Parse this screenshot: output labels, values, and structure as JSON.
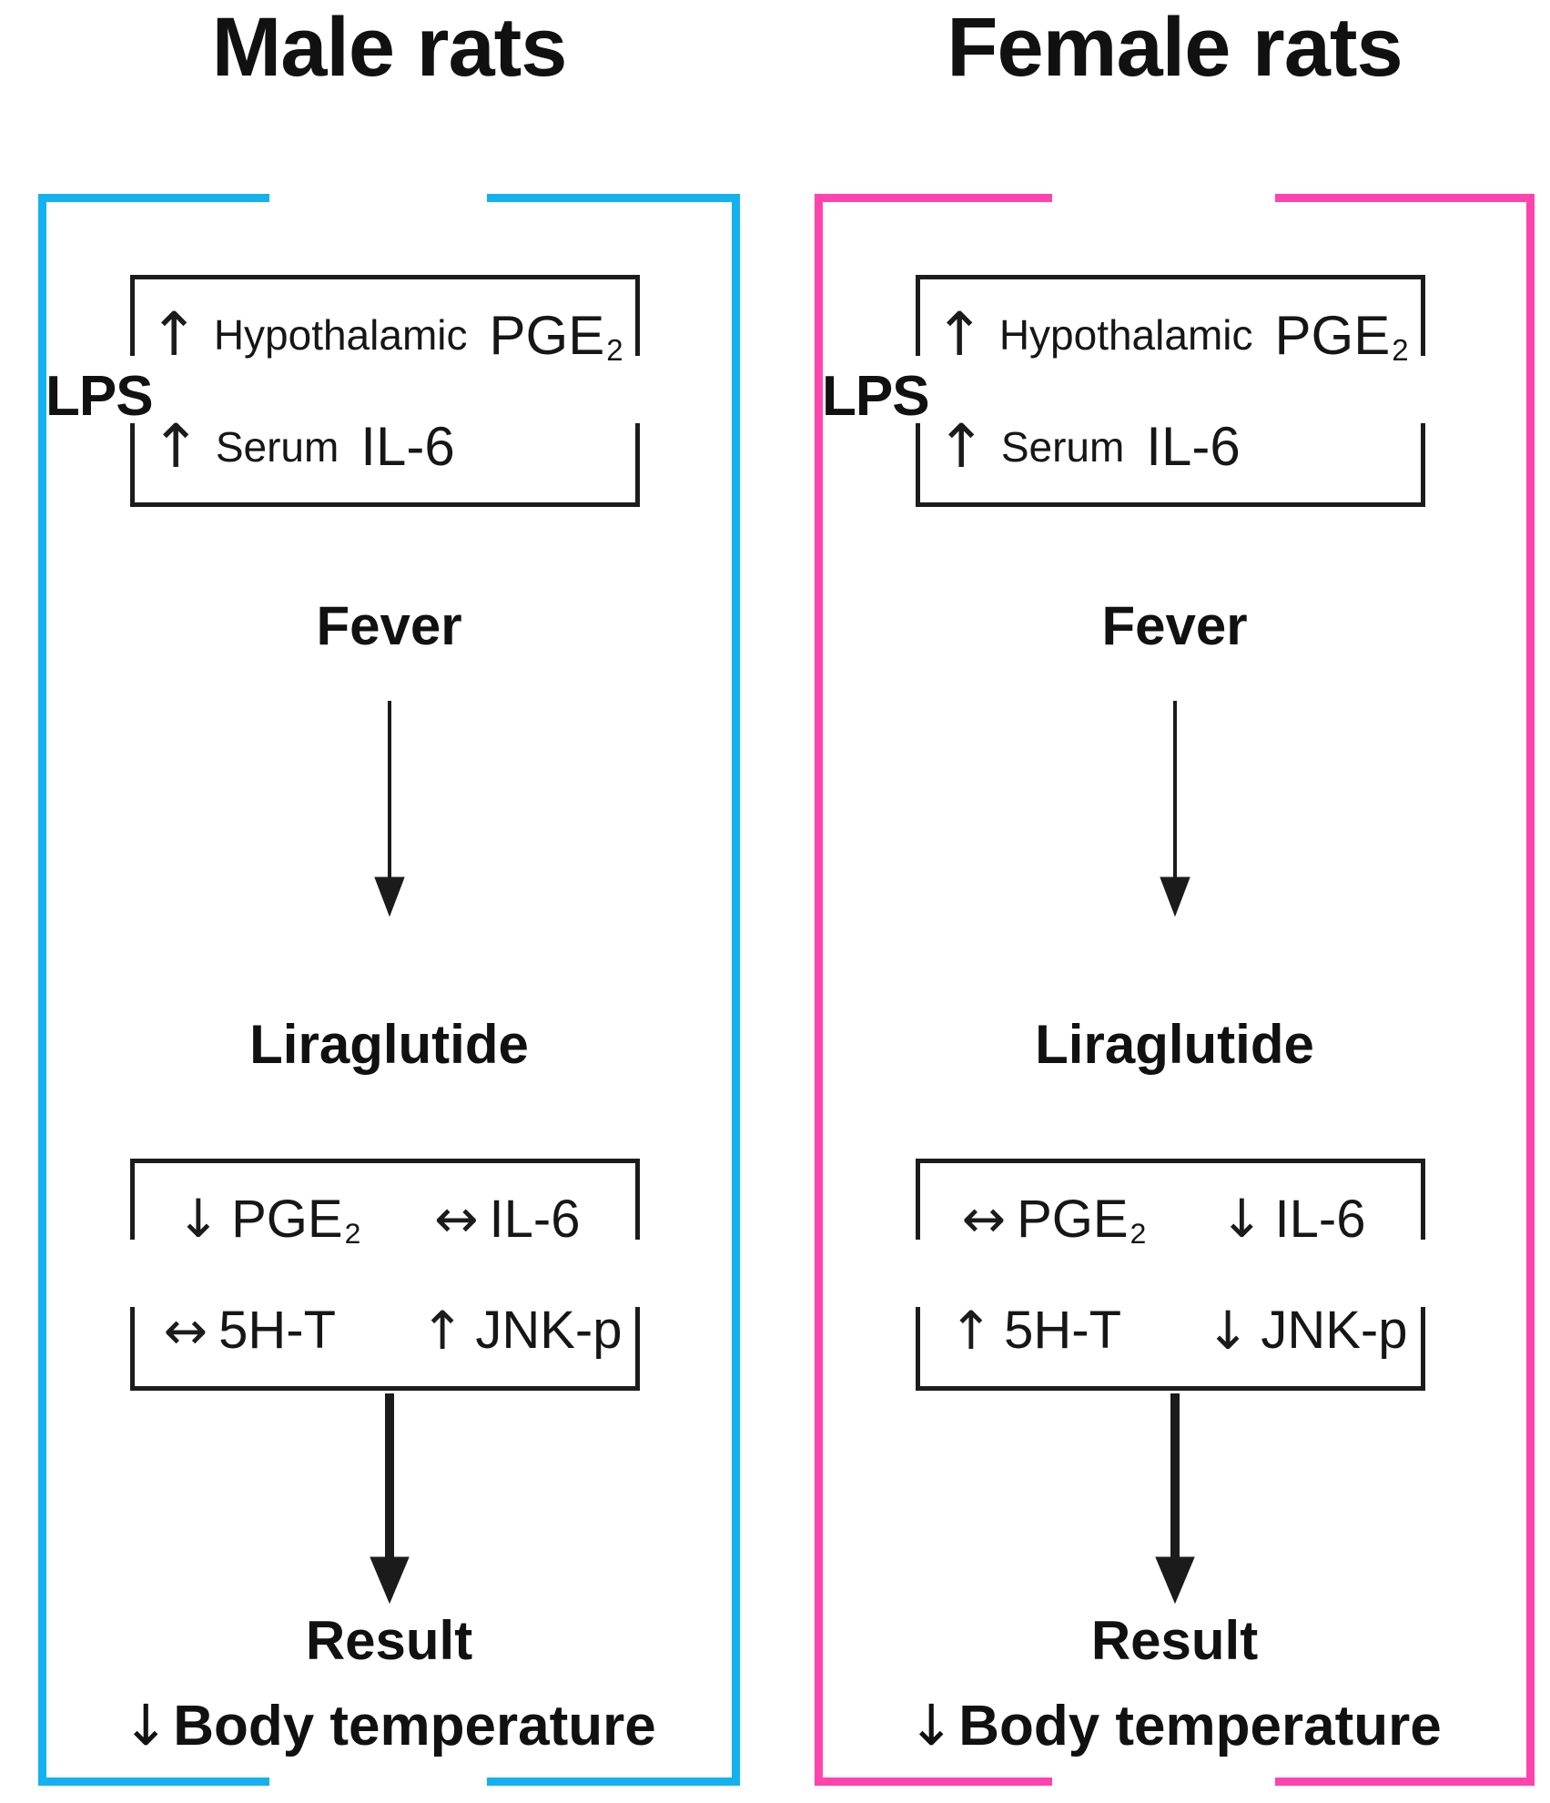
{
  "figure": {
    "background": "#ffffff"
  },
  "panels": [
    {
      "title": "Male rats",
      "accent_color": "#14b1ef",
      "lps_label": "LPS",
      "stimulus_box": {
        "row1": {
          "arrow": "↑",
          "qualifier": "Hypothalamic",
          "molecule": "PGE",
          "molecule_subscript": "2"
        },
        "row2": {
          "arrow": "↑",
          "qualifier": "Serum",
          "molecule": "IL-6"
        }
      },
      "fever_label": "Fever",
      "drug_label": "Liraglutide",
      "effects_box": {
        "row1_left": {
          "arrow": "↓",
          "label": "PGE",
          "subscript": "2"
        },
        "row1_right": {
          "arrow": "↔",
          "label": "IL-6"
        },
        "row2_left": {
          "arrow": "↔",
          "label": "5H-T"
        },
        "row2_right": {
          "arrow": "↑",
          "label": "JNK-p"
        }
      },
      "result_label": "Result",
      "outcome": {
        "arrow": "↓",
        "label": "Body temperature"
      }
    },
    {
      "title": "Female rats",
      "accent_color": "#ff43ae",
      "lps_label": "LPS",
      "stimulus_box": {
        "row1": {
          "arrow": "↑",
          "qualifier": "Hypothalamic",
          "molecule": "PGE",
          "molecule_subscript": "2"
        },
        "row2": {
          "arrow": "↑",
          "qualifier": "Serum",
          "molecule": "IL-6"
        }
      },
      "fever_label": "Fever",
      "drug_label": "Liraglutide",
      "effects_box": {
        "row1_left": {
          "arrow": "↔",
          "label": "PGE",
          "subscript": "2"
        },
        "row1_right": {
          "arrow": "↓",
          "label": "IL-6"
        },
        "row2_left": {
          "arrow": "↑",
          "label": "5H-T"
        },
        "row2_right": {
          "arrow": "↓",
          "label": "JNK-p"
        }
      },
      "result_label": "Result",
      "outcome": {
        "arrow": "↓",
        "label": "Body temperature"
      }
    }
  ]
}
